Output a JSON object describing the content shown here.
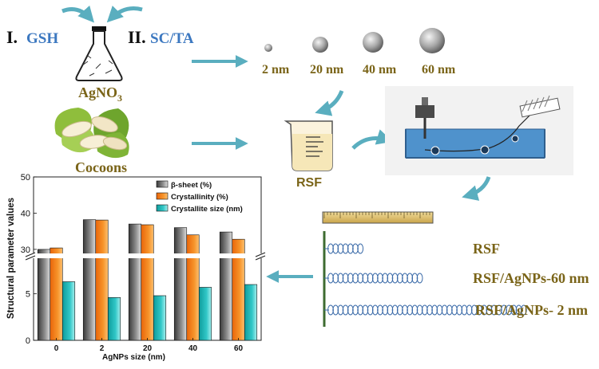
{
  "colors": {
    "arrow": "#5aaebf",
    "route_blue": "#3c78c0",
    "size_gold": "#7a6418",
    "coil_blue": "#3a6aa8",
    "bath_blue": "#4f92cc",
    "plate_green": "#3e6b30",
    "bar_gray": "#6e6e6e",
    "bar_orange": "#f5881f",
    "bar_cyan": "#2cc0c0"
  },
  "icons": [
    "flask-icon",
    "cocoon-icon",
    "beaker-icon",
    "spinning-bath-icon",
    "nanoparticle-icon",
    "coiled-fiber-icon",
    "ruler-icon"
  ],
  "synthesis": {
    "route_1_numeral": "I.",
    "route_1_text": "GSH",
    "route_2_numeral": "II.",
    "route_2_text": "SC/TA",
    "precursor_base": "AgNO",
    "precursor_subscript": "3",
    "cocoon_label": "Cocoons",
    "solution_label": "RSF"
  },
  "particles": [
    {
      "label": "2 nm",
      "size_nm": 2
    },
    {
      "label": "20 nm",
      "size_nm": 20
    },
    {
      "label": "40 nm",
      "size_nm": 40
    },
    {
      "label": "60 nm",
      "size_nm": 60
    }
  ],
  "fibers": [
    {
      "label": "RSF",
      "coils": 7
    },
    {
      "label": "RSF/AgNPs-60 nm",
      "coils": 19
    },
    {
      "label": "RSF/AgNPs- 2 nm",
      "coils": 40
    }
  ],
  "chart_data": {
    "type": "bar",
    "categories": [
      "0",
      "2",
      "20",
      "40",
      "60"
    ],
    "xlabel": "AgNPs size (nm)",
    "ylabel": "Structural parameter values",
    "y_axis_break": true,
    "ylim_lower": [
      0,
      9
    ],
    "ylim_upper": [
      28,
      50
    ],
    "yticks_lower": [
      0,
      5
    ],
    "yticks_upper": [
      30,
      40,
      50
    ],
    "legend_position": "top-right",
    "series": [
      {
        "name": "β-sheet (%)",
        "values": [
          30.0,
          38.2,
          37.0,
          36.0,
          34.8
        ],
        "color": "#6e6e6e"
      },
      {
        "name": "Crystallinity (%)",
        "values": [
          30.4,
          38.1,
          36.8,
          34.0,
          32.8
        ],
        "color": "#f5881f"
      },
      {
        "name": "Crystallite size (nm)",
        "values": [
          6.3,
          4.6,
          4.8,
          5.7,
          6.0
        ],
        "color": "#2cc0c0"
      }
    ]
  }
}
